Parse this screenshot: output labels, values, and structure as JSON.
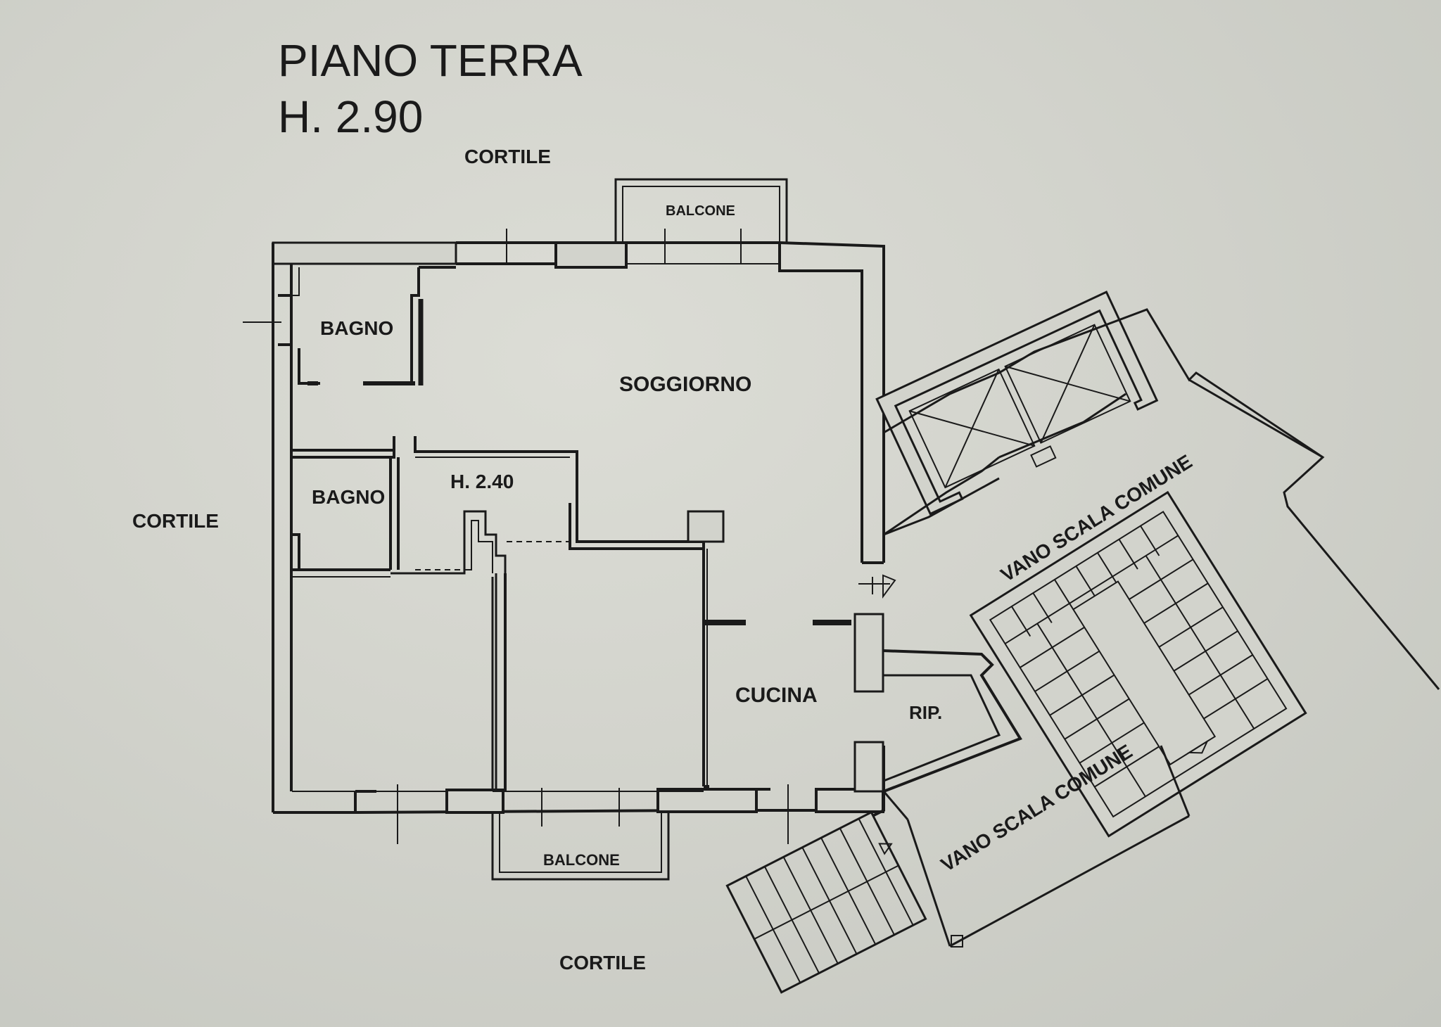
{
  "header": {
    "floor_name": "PIANO TERRA",
    "floor_height": "H. 2.90"
  },
  "rooms": {
    "bagno_top": "BAGNO",
    "soggiorno": "SOGGIORNO",
    "bagno_mid": "BAGNO",
    "corridor_height": "H.  2.40",
    "cucina": "CUCINA",
    "ripostiglio": "RIP."
  },
  "outside": {
    "cortile_north": "CORTILE",
    "cortile_west": "CORTILE",
    "cortile_south": "CORTILE",
    "balcone_north": "BALCONE",
    "balcone_south": "BALCONE"
  },
  "common": {
    "vano_scala_1": "VANO SCALA COMUNE",
    "vano_scala_2": "VANO SCALA COMUNE"
  },
  "colors": {
    "paper": "#d6d7d0",
    "ink": "#1a1a1a",
    "wall_fill": "#d2d3cc"
  }
}
